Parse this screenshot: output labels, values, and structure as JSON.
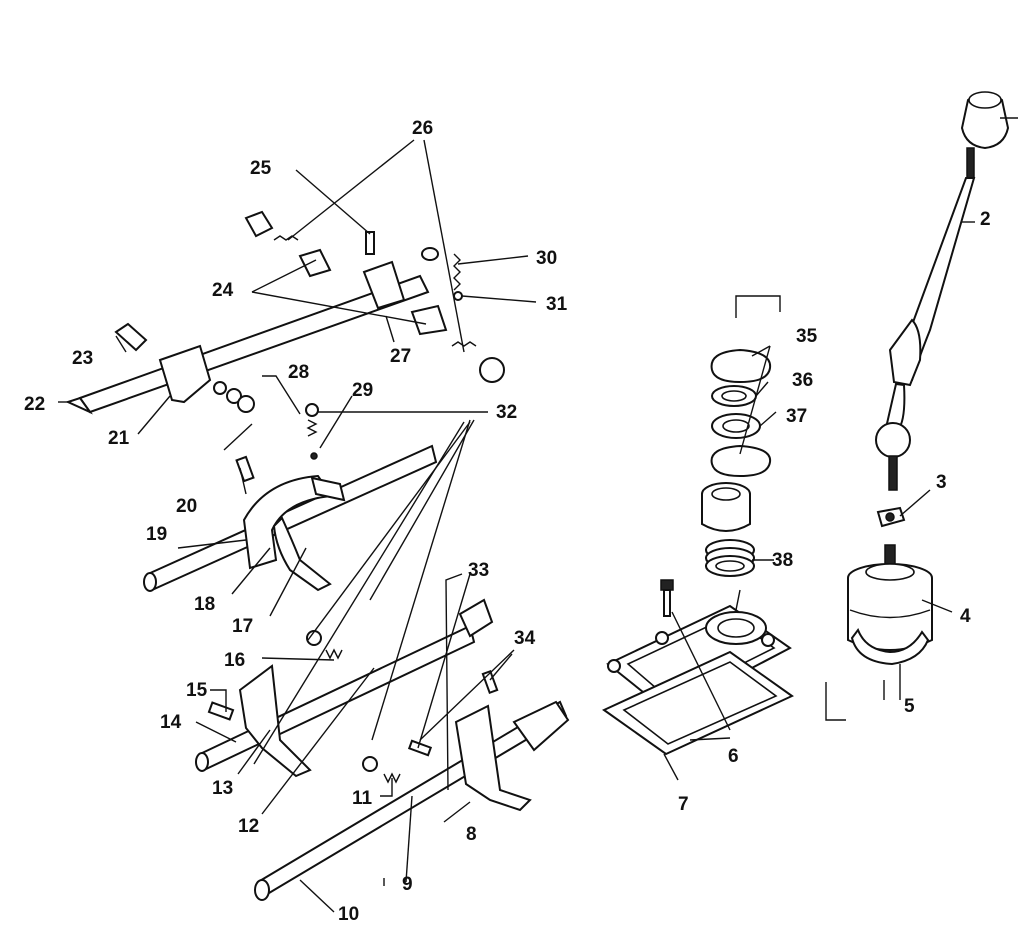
{
  "callouts": [
    "2",
    "3",
    "4",
    "5",
    "6",
    "7",
    "8",
    "9",
    "10",
    "11",
    "12",
    "13",
    "14",
    "15",
    "16",
    "17",
    "18",
    "19",
    "20",
    "21",
    "22",
    "23",
    "24",
    "25",
    "26",
    "27",
    "28",
    "29",
    "30",
    "31",
    "32",
    "33",
    "34",
    "35",
    "36",
    "37",
    "38"
  ]
}
